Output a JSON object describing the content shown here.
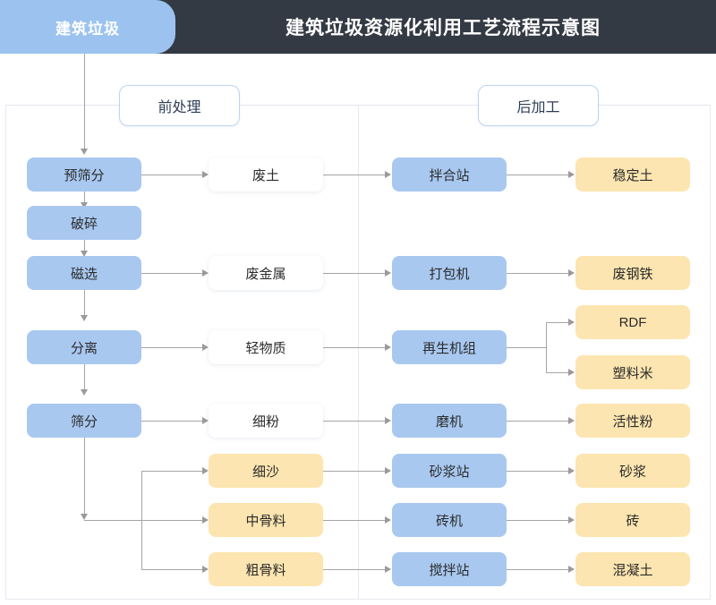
{
  "header": {
    "tab_label": "建筑垃圾",
    "title": "建筑垃圾资源化利用工艺流程示意图",
    "bar_color": "#343a43",
    "tab_color": "#9cc3ef"
  },
  "sections": {
    "pre": "前处理",
    "post": "后加工"
  },
  "palette": {
    "process_blue": "#a8c8f0",
    "product_yellow": "#fce5b0",
    "material_white": "#ffffff",
    "connector_gray": "#a5a5a5"
  },
  "columns": {
    "process": {
      "title": "前处理",
      "nodes": [
        {
          "label": "预筛分",
          "style": "blue"
        },
        {
          "label": "破碎",
          "style": "blue"
        },
        {
          "label": "磁选",
          "style": "blue"
        },
        {
          "label": "分离",
          "style": "blue"
        },
        {
          "label": "筛分",
          "style": "blue"
        }
      ]
    },
    "materials": {
      "nodes": [
        {
          "label": "废土",
          "style": "white"
        },
        {
          "label": "废金属",
          "style": "white"
        },
        {
          "label": "轻物质",
          "style": "white"
        },
        {
          "label": "细粉",
          "style": "white"
        },
        {
          "label": "细沙",
          "style": "yellow"
        },
        {
          "label": "中骨料",
          "style": "yellow"
        },
        {
          "label": "粗骨料",
          "style": "yellow"
        }
      ]
    },
    "equipment": {
      "title": "后加工",
      "nodes": [
        {
          "label": "拌合站",
          "style": "blue"
        },
        {
          "label": "打包机",
          "style": "blue"
        },
        {
          "label": "再生机组",
          "style": "blue"
        },
        {
          "label": "磨机",
          "style": "blue"
        },
        {
          "label": "砂浆站",
          "style": "blue"
        },
        {
          "label": "砖机",
          "style": "blue"
        },
        {
          "label": "搅拌站",
          "style": "blue"
        }
      ]
    },
    "products": {
      "nodes": [
        {
          "label": "稳定土",
          "style": "yellow"
        },
        {
          "label": "废钢铁",
          "style": "yellow"
        },
        {
          "label": "RDF",
          "style": "yellow"
        },
        {
          "label": "塑料米",
          "style": "yellow"
        },
        {
          "label": "活性粉",
          "style": "yellow"
        },
        {
          "label": "砂浆",
          "style": "yellow"
        },
        {
          "label": "砖",
          "style": "yellow"
        },
        {
          "label": "混凝土",
          "style": "yellow"
        }
      ]
    }
  }
}
